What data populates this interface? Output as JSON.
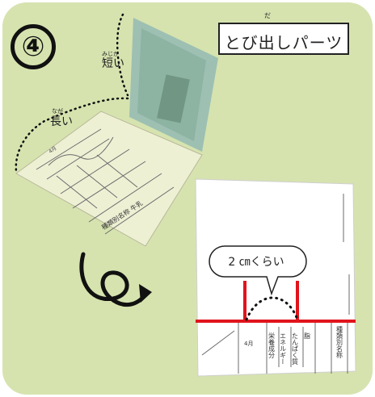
{
  "step": {
    "number": "④"
  },
  "title": {
    "ruby": "だ",
    "text": "とび出しパーツ"
  },
  "labels": {
    "short": {
      "ruby": "みじか",
      "text": "短い"
    },
    "long": {
      "ruby": "なが",
      "text": "長い"
    }
  },
  "bubble": {
    "text": "2 ㎝くらい"
  },
  "printed_text": {
    "top_booklet_label": "種類別名称 牛乳",
    "top_booklet_month": "4月",
    "bottom_month": "4月",
    "bottom_col1": "栄養成分",
    "bottom_col2": "エネルギー",
    "bottom_col3": "たんぱく質",
    "bottom_col4": "脂",
    "bottom_label": "種類別名称"
  },
  "colors": {
    "background": "#d6e3af",
    "accent_line": "#e0141c",
    "ink": "#222222"
  }
}
